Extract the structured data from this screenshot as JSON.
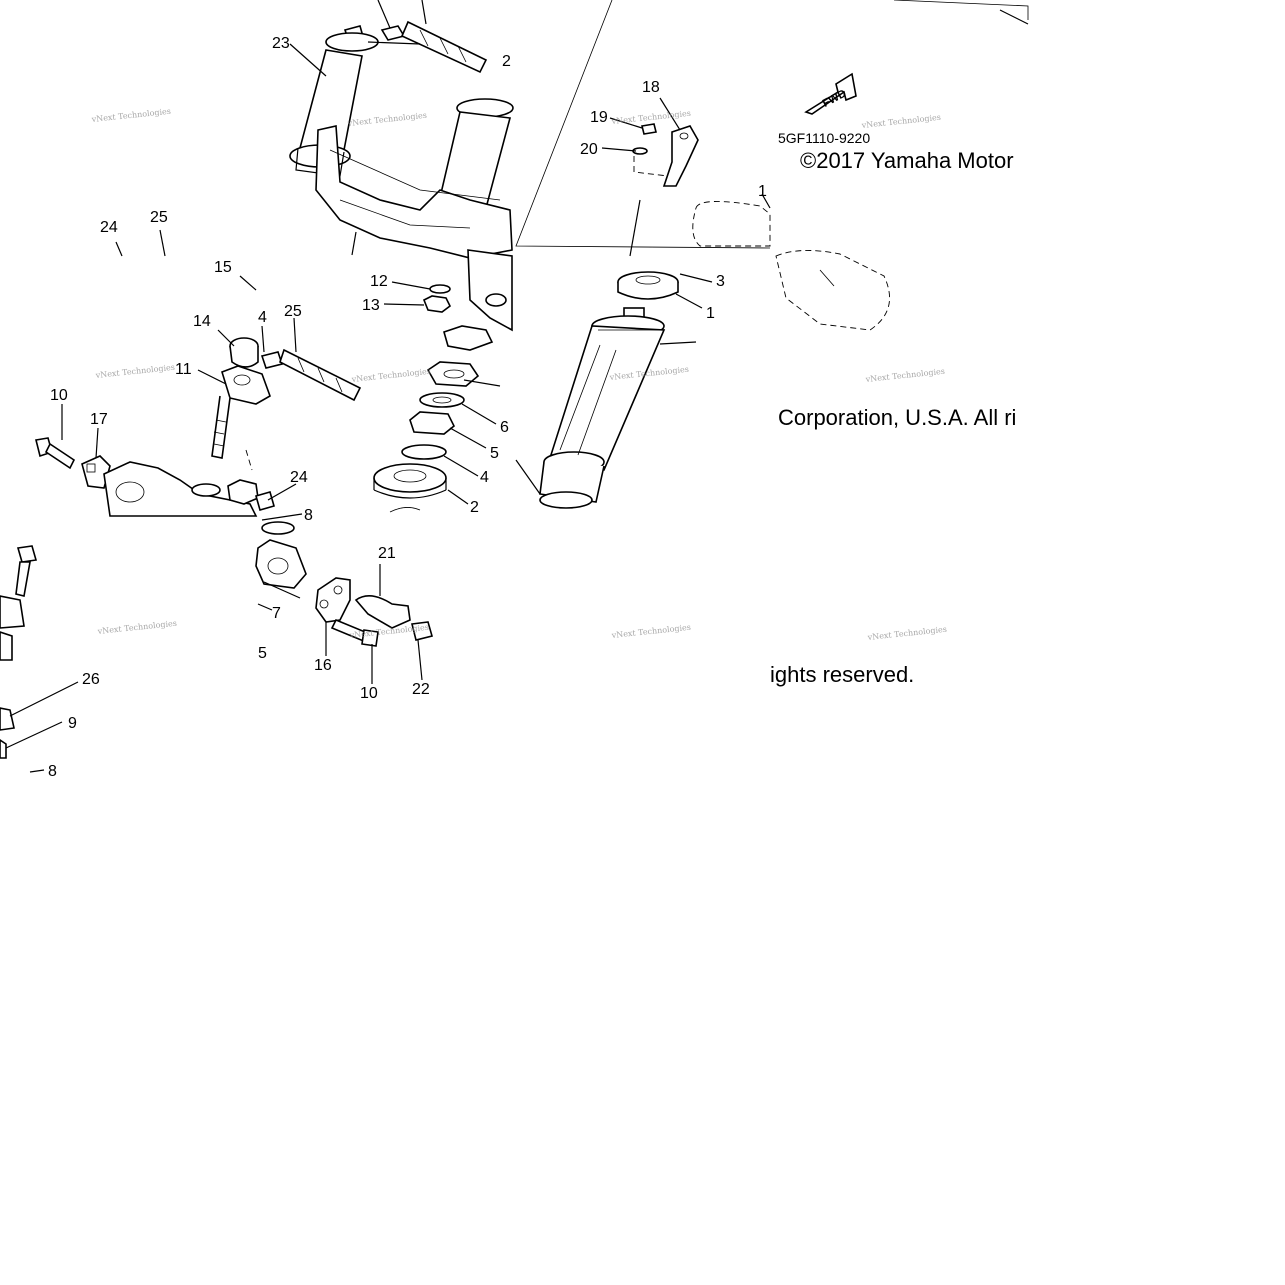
{
  "diagram": {
    "part_code": "5GF1110-9220",
    "copyright": {
      "line_1": "©2017 Yamaha Motor",
      "line_2": "Corporation, U.S.A. All ri",
      "line_3": "ights reserved."
    },
    "fwd_arrow_label": "FWD",
    "watermark": "vNext Technologies",
    "callouts": [
      "23",
      "2",
      "18",
      "19",
      "20",
      "24",
      "25",
      "15",
      "12",
      "13",
      "14",
      "4",
      "25",
      "11",
      "10",
      "17",
      "24",
      "3",
      "1",
      "6",
      "5",
      "4",
      "2",
      "8",
      "21",
      "7",
      "16",
      "10",
      "22",
      "5",
      "26",
      "9",
      "8",
      "1"
    ]
  }
}
